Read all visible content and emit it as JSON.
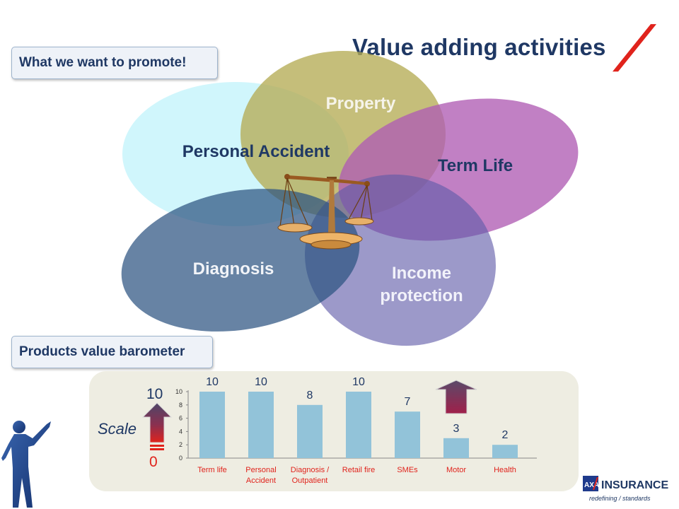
{
  "title": "Value adding activities",
  "callouts": {
    "promote": "What we want to promote!",
    "barometer": "Products value barometer"
  },
  "petals": {
    "property": "Property",
    "personal_accident": "Personal Accident",
    "term_life": "Term Life",
    "diagnosis": "Diagnosis",
    "income_protection_1": "Income",
    "income_protection_2": "protection"
  },
  "colors": {
    "title": "#1f3864",
    "accent_red": "#e0231c",
    "bar": "#92c3d9",
    "cyan_petal": "#c8f4fb",
    "olive_petal": "#b5ac55",
    "purple_petal": "#b05cb3",
    "blue_petal": "#3c5f8d",
    "lavender_petal": "#7d78bb"
  },
  "scale": {
    "label": "Scale",
    "max": "10",
    "min": "0"
  },
  "logo": {
    "brand": "AXA",
    "name": "INSURANCE",
    "tagline": "redefining / standards"
  },
  "chart_data": {
    "type": "bar",
    "categories": [
      [
        "Term life"
      ],
      [
        "Personal",
        "Accident"
      ],
      [
        "Diagnosis /",
        "Outpatient"
      ],
      [
        "Retail fire"
      ],
      [
        "SMEs"
      ],
      [
        "Motor"
      ],
      [
        "Health"
      ]
    ],
    "values": [
      10,
      10,
      8,
      10,
      7,
      3,
      2
    ],
    "data_labels": [
      "10",
      "10",
      "8",
      "10",
      "7",
      "3",
      "2"
    ],
    "ylim": [
      0,
      10
    ],
    "yticks": [
      "0",
      "2",
      "4",
      "6",
      "8",
      "10"
    ],
    "grid": false,
    "title": "",
    "xlabel": "",
    "ylabel": ""
  }
}
